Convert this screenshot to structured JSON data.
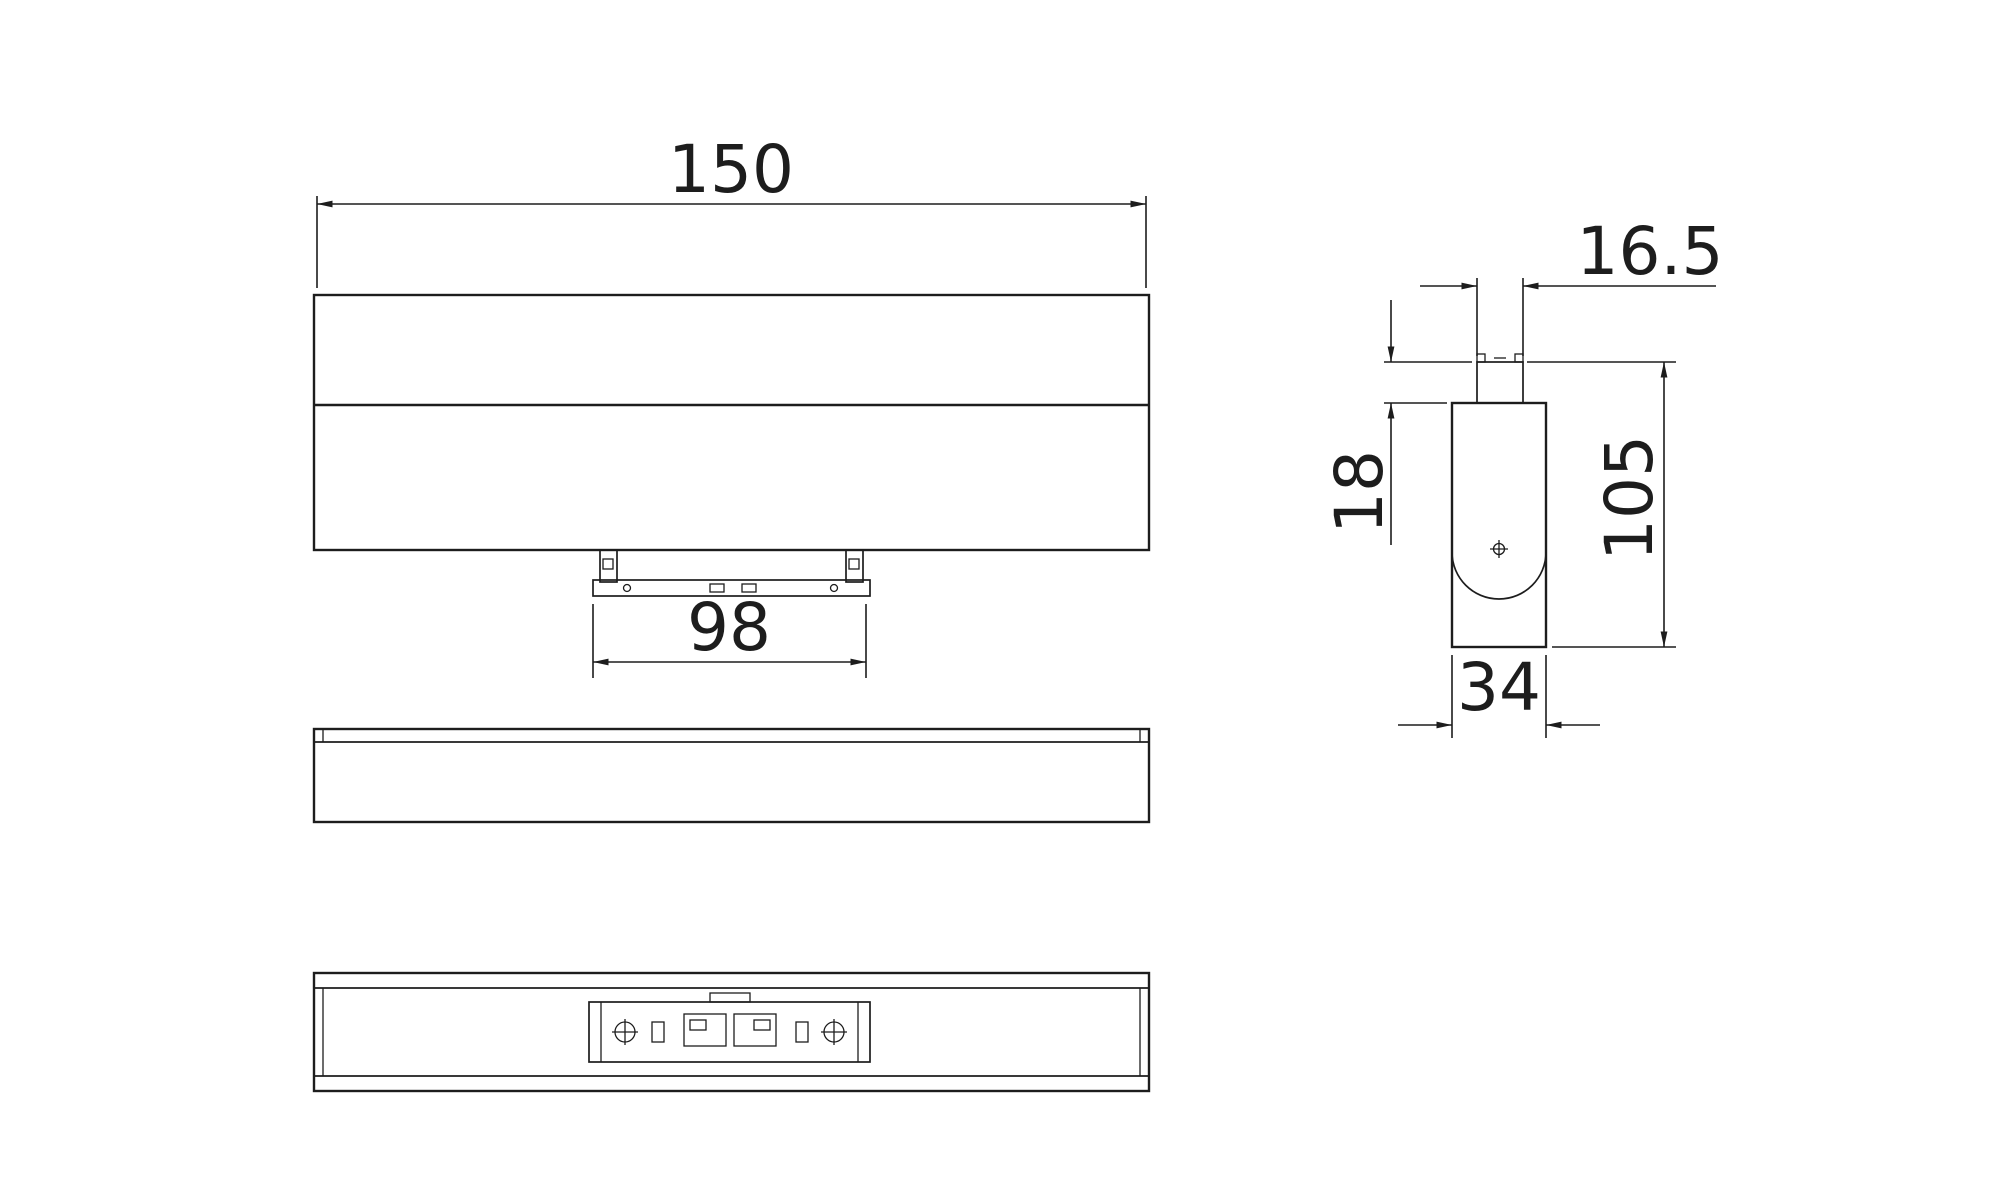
{
  "colors": {
    "line": "#1d1d1d",
    "background": "#ffffff"
  },
  "drawing": {
    "dimensions": {
      "front_width": "150",
      "adapter_width": "98",
      "connector_width": "16.5",
      "connector_height": "18",
      "side_height": "105",
      "side_width": "34"
    }
  }
}
